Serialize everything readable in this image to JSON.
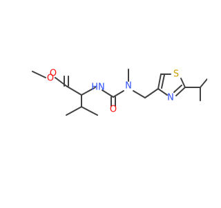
{
  "atom_labels": {
    "ester_o_double": "O",
    "ester_o_single": "O",
    "amide_nh": "HN",
    "urea_o": "O",
    "urea_n": "N",
    "thiazole_s": "S",
    "thiazole_n": "N"
  },
  "colors": {
    "bond": "#404040",
    "oxygen": "#ff0d0d",
    "nitrogen": "#3050f8",
    "sulfur": "#c8a000",
    "background": "#ffffff"
  }
}
